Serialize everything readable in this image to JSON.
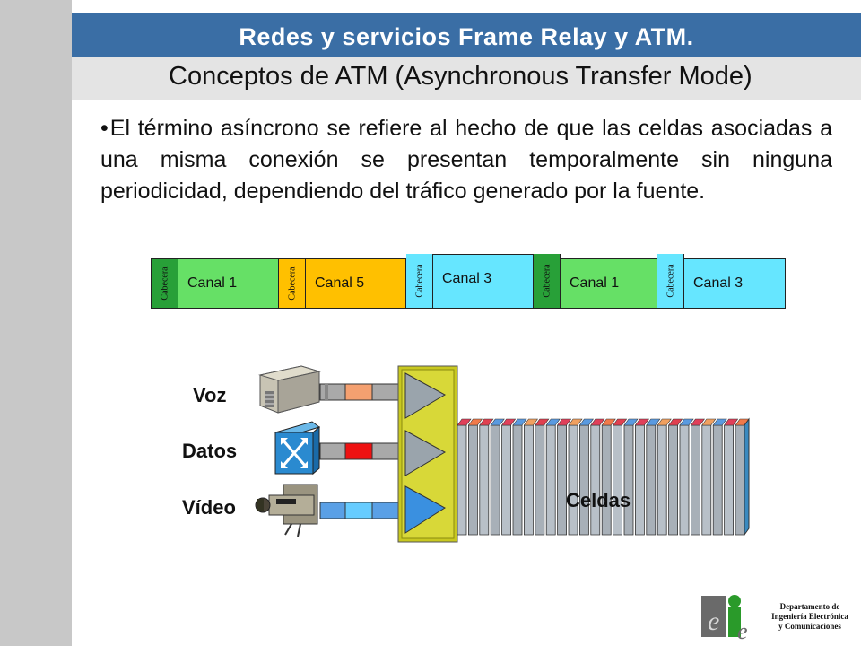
{
  "header": {
    "title": "Redes y servicios Frame Relay y ATM."
  },
  "subheader": {
    "title": "Conceptos de ATM (Asynchronous Transfer Mode)"
  },
  "body": {
    "bullet": "•",
    "text": "El término asíncrono se refiere al hecho de que las celdas asociadas a una misma conexión se presentan temporalmente sin ninguna periodicidad, dependiendo del tráfico generado por la fuente."
  },
  "frame": {
    "header_label": "Cabecera",
    "cells": [
      {
        "label": "Canal 1",
        "color": "#66e066"
      },
      {
        "label": "Canal 5",
        "color": "#ffc000"
      },
      {
        "label": "Canal 3",
        "color": "#66e6ff"
      },
      {
        "label": "Canal 1",
        "color": "#66e066"
      },
      {
        "label": "Canal 3",
        "color": "#66e6ff"
      }
    ]
  },
  "sources": {
    "voice": "Voz",
    "data": "Datos",
    "video": "Vídeo"
  },
  "cells_label": "Celdas",
  "logo": {
    "line1": "Departamento de",
    "line2": "Ingeniería Electrónica",
    "line3": "y Comunicaciones"
  },
  "colors": {
    "header_band": "#3a6ea5",
    "mux_box": "#c8c820",
    "cell_stack": "#a8b0b8"
  }
}
